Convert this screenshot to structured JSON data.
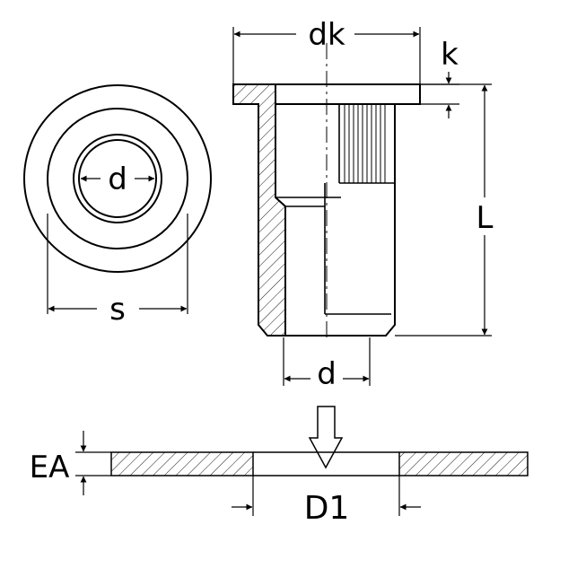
{
  "labels": {
    "dk": "dk",
    "k": "k",
    "L": "L",
    "d_top": "d",
    "s": "s",
    "d_bottom": "d",
    "EA": "EA",
    "D1": "D1"
  },
  "colors": {
    "stroke": "#000000",
    "background": "#ffffff"
  }
}
